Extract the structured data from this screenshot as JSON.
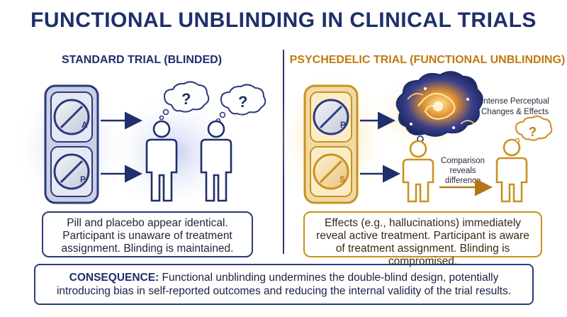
{
  "title": "FUNCTIONAL UNBLINDING IN CLINICAL TRIALS",
  "left": {
    "heading": "STANDARD TRIAL (BLINDED)",
    "pill_top_letter": "A",
    "pill_bottom_letter": "P",
    "question_mark": "?",
    "description": "Pill and placebo appear identical. Participant is unaware of treatment assignment. Blinding is maintained."
  },
  "right": {
    "heading": "PSYCHEDELIC TRIAL (FUNCTIONAL UNBLINDING)",
    "pill_top_letter": "P",
    "pill_bottom_letter": "S",
    "effect_label_1": "Intense Perceptual",
    "effect_label_2": "Changes & Effects",
    "comparison_label_1": "Comparison",
    "comparison_label_2": "reveals",
    "comparison_label_3": "difference",
    "question_mark": "?",
    "description": "Effects (e.g., hallucinations) immediately reveal active treatment. Participant is aware of treatment assignment. Blinding is compromised."
  },
  "consequence": {
    "label": "CONSEQUENCE:",
    "text": " Functional unblinding undermines the double-blind design, potentially introducing bias in self-reported outcomes and reducing the internal validity of the trial results."
  },
  "colors": {
    "navy": "#1e2f6b",
    "gold": "#c9921e",
    "gold_text": "#c07a10"
  }
}
